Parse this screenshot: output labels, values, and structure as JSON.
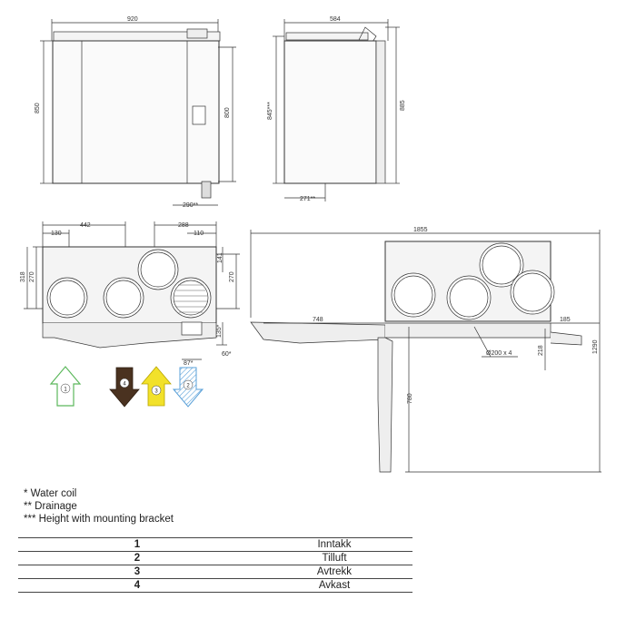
{
  "front_view": {
    "width": "920",
    "height": "850",
    "inner_height": "800",
    "drain_offset": "290**"
  },
  "side_view": {
    "width": "584",
    "height_bracket": "845***",
    "height": "885",
    "drain_offset": "271**"
  },
  "top_view": {
    "d442": "442",
    "d288": "288",
    "d110": "110",
    "d130": "130",
    "d318": "318",
    "d270_left": "270",
    "d141": "141",
    "d270_right": "270",
    "d135": "135*",
    "d60": "60*",
    "d87": "87*"
  },
  "install_view": {
    "width": "1855",
    "d748": "748",
    "d185": "185",
    "d218": "218",
    "duct": "Ø200 x 4",
    "d780": "780",
    "d1290": "1290"
  },
  "arrows": [
    {
      "num": "1",
      "color": "#5cb85c"
    },
    {
      "num": "4",
      "color": "#4a3220"
    },
    {
      "num": "3",
      "color": "#f2e12a"
    },
    {
      "num": "2",
      "color": "#5aa0d8"
    }
  ],
  "notes": [
    "* Water coil",
    "** Drainage",
    "*** Height with mounting bracket"
  ],
  "legend": [
    {
      "num": "1",
      "label": "Inntakk"
    },
    {
      "num": "2",
      "label": "Tilluft"
    },
    {
      "num": "3",
      "label": "Avtrekk"
    },
    {
      "num": "4",
      "label": "Avkast"
    }
  ]
}
